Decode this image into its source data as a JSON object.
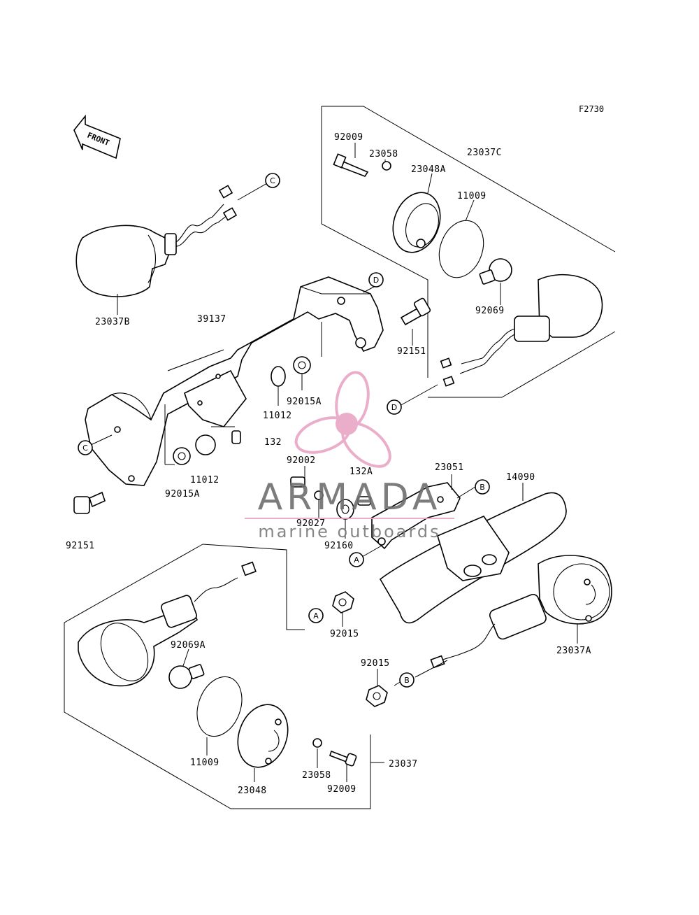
{
  "figure_id": "F2730",
  "front_label": "FRONT",
  "watermark": {
    "brand": "ARMADA",
    "tagline": "marine outboards",
    "accent_color": "#e8a6c6",
    "text_color": "#6e6e6e"
  },
  "callouts": {
    "a1": "A",
    "a2": "A",
    "b1": "B",
    "b2": "B",
    "c1": "C",
    "c2": "C",
    "d1": "D",
    "d2": "D"
  },
  "parts": {
    "p92009_top": "92009",
    "p23058_top": "23058",
    "p23037C": "23037C",
    "p23048A": "23048A",
    "p11009_top": "11009",
    "p92069": "92069",
    "p92151_right": "92151",
    "p23037B": "23037B",
    "p39137": "39137",
    "p92015A_mid": "92015A",
    "p11012_mid": "11012",
    "p132": "132",
    "p132A": "132A",
    "p92002": "92002",
    "p23051": "23051",
    "p14090": "14090",
    "p11012_low": "11012",
    "p92015A_low": "92015A",
    "p92027": "92027",
    "p92160": "92160",
    "p92151_left": "92151",
    "p92015_mid": "92015",
    "p92015_low": "92015",
    "p23037A": "23037A",
    "p92069A": "92069A",
    "p11009_low": "11009",
    "p23048": "23048",
    "p23058_low": "23058",
    "p92009_low": "92009",
    "p23037": "23037"
  }
}
